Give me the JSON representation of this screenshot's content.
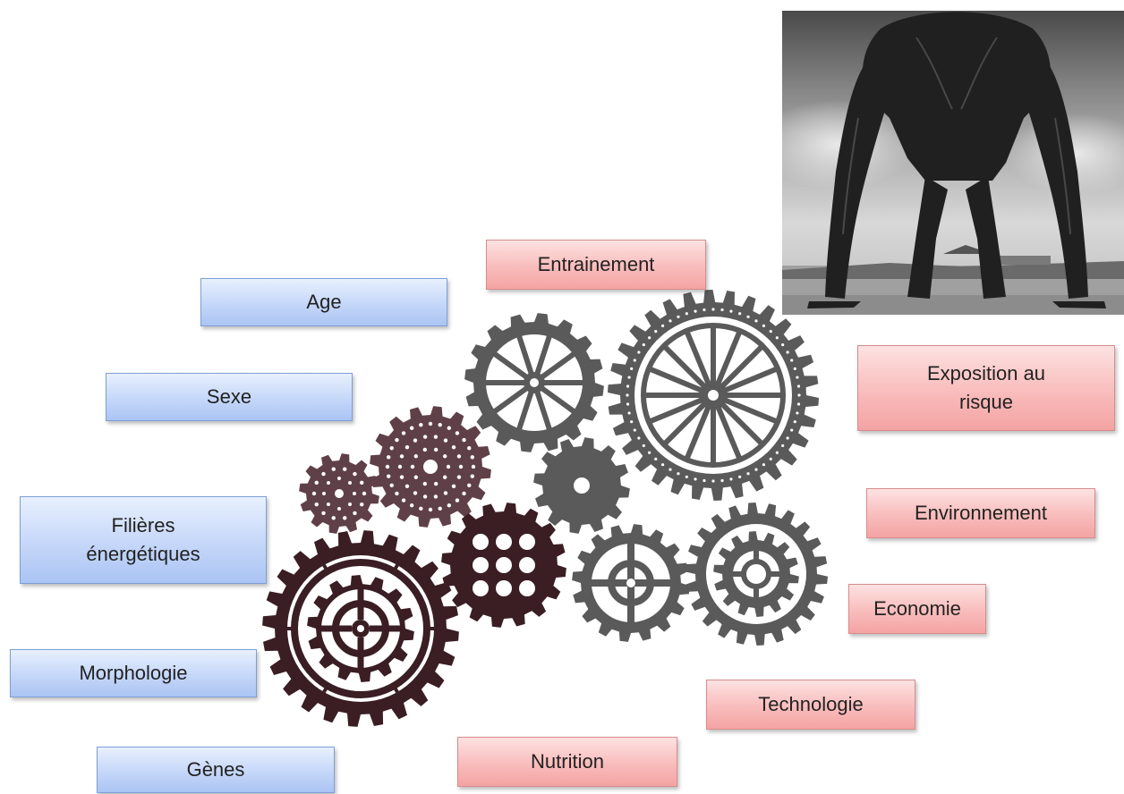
{
  "labels_left": {
    "age": "Age",
    "sexe": "Sexe",
    "filieres_line1": "Filières",
    "filieres_line2": "énergétiques",
    "morphologie": "Morphologie",
    "genes": "Gènes"
  },
  "labels_right": {
    "entrainement": "Entrainement",
    "exposition_line1": "Exposition au",
    "exposition_line2": "risque",
    "environnement": "Environnement",
    "economie": "Economie",
    "technologie": "Technologie",
    "nutrition": "Nutrition"
  },
  "colors": {
    "gear_gray": "#5a5a5a",
    "gear_maroon": "#604048",
    "gear_dark": "#3a1e24",
    "label_blue": "#c5d7f9",
    "label_red": "#f9bcbc"
  },
  "icons": [
    "gear-icon",
    "athlete-photo"
  ]
}
